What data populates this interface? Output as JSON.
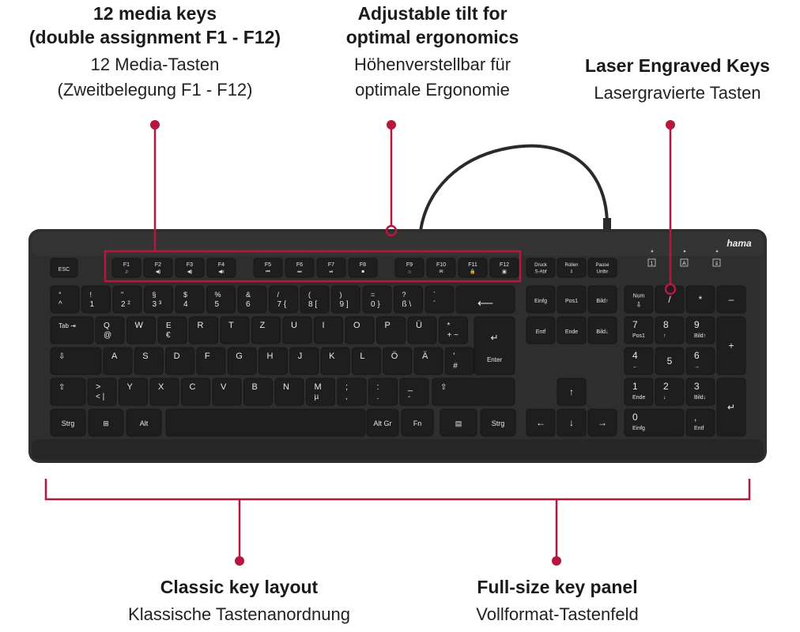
{
  "callouts": {
    "media": {
      "title": "12 media keys\n(double assignment F1 - F12)",
      "subtitle": "12 Media-Tasten\n(Zweitbelegung F1 - F12)"
    },
    "tilt": {
      "title": "Adjustable tilt for\noptimal ergonomics",
      "subtitle": "Höhenverstellbar für\noptimale Ergonomie"
    },
    "laser": {
      "title": "Laser Engraved Keys",
      "subtitle": "Lasergravierte Tasten"
    },
    "layout": {
      "title": "Classic key layout",
      "subtitle": "Klassische Tastenanordnung"
    },
    "fullsize": {
      "title": "Full-size key panel",
      "subtitle": "Vollformat-Tastenfeld"
    }
  },
  "keyboard": {
    "brand": "hama",
    "indicators": [
      "1",
      "A",
      "⇓"
    ]
  },
  "colors": {
    "accent": "#b5173f",
    "keyboard_body": "#2b2b2b",
    "key_cap": "#1e1e1e",
    "key_text": "#e8e8e8"
  },
  "keys": {
    "fn_row": [
      {
        "l": "ESC",
        "s": ""
      },
      {
        "l": "F1",
        "s": "♫"
      },
      {
        "l": "F2",
        "s": "◀)"
      },
      {
        "l": "F3",
        "s": "◀)"
      },
      {
        "l": "F4",
        "s": "◀x"
      },
      {
        "l": "F5",
        "s": "⏮"
      },
      {
        "l": "F6",
        "s": "⏭"
      },
      {
        "l": "F7",
        "s": "⏯"
      },
      {
        "l": "F8",
        "s": "■"
      },
      {
        "l": "F9",
        "s": "⌂"
      },
      {
        "l": "F10",
        "s": "✉"
      },
      {
        "l": "F11",
        "s": "🔒"
      },
      {
        "l": "F12",
        "s": "▣"
      },
      {
        "l": "Druck",
        "s": "S-Abf"
      },
      {
        "l": "Rollen",
        "s": "⇩"
      },
      {
        "l": "Pause",
        "s": "Untbr"
      }
    ],
    "num_row": [
      {
        "t": "°",
        "b": "^"
      },
      {
        "t": "!",
        "b": "1"
      },
      {
        "t": "\"",
        "b": "2 ²"
      },
      {
        "t": "§",
        "b": "3 ³"
      },
      {
        "t": "$",
        "b": "4"
      },
      {
        "t": "%",
        "b": "5"
      },
      {
        "t": "&",
        "b": "6"
      },
      {
        "t": "/",
        "b": "7 {"
      },
      {
        "t": "(",
        "b": "8 ["
      },
      {
        "t": ")",
        "b": "9 ]"
      },
      {
        "t": "=",
        "b": "0 }"
      },
      {
        "t": "?",
        "b": "ß \\"
      },
      {
        "t": "`",
        "b": "´"
      },
      {
        "t": "",
        "b": "⟵"
      }
    ],
    "q_row": [
      {
        "t": "Tab ⇥",
        "b": ""
      },
      {
        "t": "Q",
        "b": "@"
      },
      {
        "t": "W",
        "b": ""
      },
      {
        "t": "E",
        "b": "€"
      },
      {
        "t": "R",
        "b": ""
      },
      {
        "t": "T",
        "b": ""
      },
      {
        "t": "Z",
        "b": ""
      },
      {
        "t": "U",
        "b": ""
      },
      {
        "t": "I",
        "b": ""
      },
      {
        "t": "O",
        "b": ""
      },
      {
        "t": "P",
        "b": ""
      },
      {
        "t": "Ü",
        "b": ""
      },
      {
        "t": "*",
        "b": "+ ~"
      },
      {
        "t": "↵",
        "b": "Enter"
      }
    ],
    "a_row": [
      {
        "t": "⇩",
        "b": ""
      },
      {
        "t": "A",
        "b": ""
      },
      {
        "t": "S",
        "b": ""
      },
      {
        "t": "D",
        "b": ""
      },
      {
        "t": "F",
        "b": ""
      },
      {
        "t": "G",
        "b": ""
      },
      {
        "t": "H",
        "b": ""
      },
      {
        "t": "J",
        "b": ""
      },
      {
        "t": "K",
        "b": ""
      },
      {
        "t": "L",
        "b": ""
      },
      {
        "t": "Ö",
        "b": ""
      },
      {
        "t": "Ä",
        "b": ""
      },
      {
        "t": "'",
        "b": "#"
      }
    ],
    "z_row": [
      {
        "t": "⇧",
        "b": ""
      },
      {
        "t": ">",
        "b": "< |"
      },
      {
        "t": "Y",
        "b": ""
      },
      {
        "t": "X",
        "b": ""
      },
      {
        "t": "C",
        "b": ""
      },
      {
        "t": "V",
        "b": ""
      },
      {
        "t": "B",
        "b": ""
      },
      {
        "t": "N",
        "b": ""
      },
      {
        "t": "M",
        "b": "µ"
      },
      {
        "t": ";",
        "b": ","
      },
      {
        "t": ":",
        "b": "."
      },
      {
        "t": "_",
        "b": "-"
      },
      {
        "t": "⇧",
        "b": ""
      }
    ],
    "bottom_row": [
      {
        "t": "Strg",
        "b": ""
      },
      {
        "t": "⊞",
        "b": ""
      },
      {
        "t": "Alt",
        "b": ""
      },
      {
        "t": "",
        "b": ""
      },
      {
        "t": "Alt Gr",
        "b": ""
      },
      {
        "t": "Fn",
        "b": ""
      },
      {
        "t": "▤",
        "b": ""
      },
      {
        "t": "Strg",
        "b": ""
      }
    ],
    "nav": [
      "Einfg",
      "Pos1",
      "Bild↑",
      "Entf",
      "Ende",
      "Bild↓"
    ],
    "arrows": [
      "↑",
      "←",
      "↓",
      "→"
    ],
    "numpad": [
      {
        "t": "Num",
        "b": "⇩"
      },
      {
        "t": "/",
        "b": ""
      },
      {
        "t": "*",
        "b": ""
      },
      {
        "t": "–",
        "b": ""
      },
      {
        "t": "7",
        "b": "Pos1"
      },
      {
        "t": "8",
        "b": "↑"
      },
      {
        "t": "9",
        "b": "Bild↑"
      },
      {
        "t": "+",
        "b": ""
      },
      {
        "t": "4",
        "b": "←"
      },
      {
        "t": "5",
        "b": ""
      },
      {
        "t": "6",
        "b": "→"
      },
      {
        "t": "1",
        "b": "Ende"
      },
      {
        "t": "2",
        "b": "↓"
      },
      {
        "t": "3",
        "b": "Bild↓"
      },
      {
        "t": "↵",
        "b": ""
      },
      {
        "t": "0",
        "b": "Einfg"
      },
      {
        "t": ",",
        "b": "Entf"
      }
    ]
  }
}
